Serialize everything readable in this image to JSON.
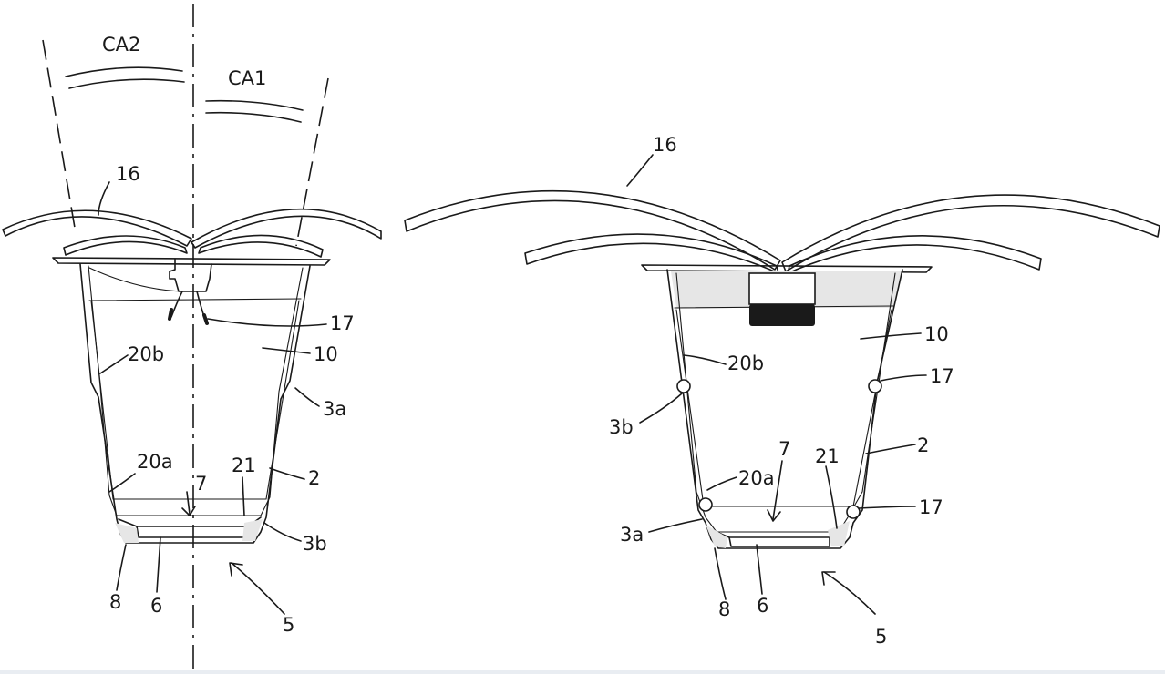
{
  "figure_left": {
    "labels": {
      "ca2": "CA2",
      "ca1": "CA1",
      "l16": "16",
      "l17": "17",
      "l10": "10",
      "l20b": "20b",
      "l3a": "3a",
      "l20a": "20a",
      "l21": "21",
      "l7": "7",
      "l2": "2",
      "l3b": "3b",
      "l8": "8",
      "l6": "6",
      "l5": "5"
    }
  },
  "figure_right": {
    "labels": {
      "l16": "16",
      "l10": "10",
      "l20b": "20b",
      "l17a": "17",
      "l3b": "3b",
      "l7": "7",
      "l21": "21",
      "l2": "2",
      "l20a": "20a",
      "l17b": "17",
      "l3a": "3a",
      "l8": "8",
      "l6": "6",
      "l5": "5"
    }
  }
}
